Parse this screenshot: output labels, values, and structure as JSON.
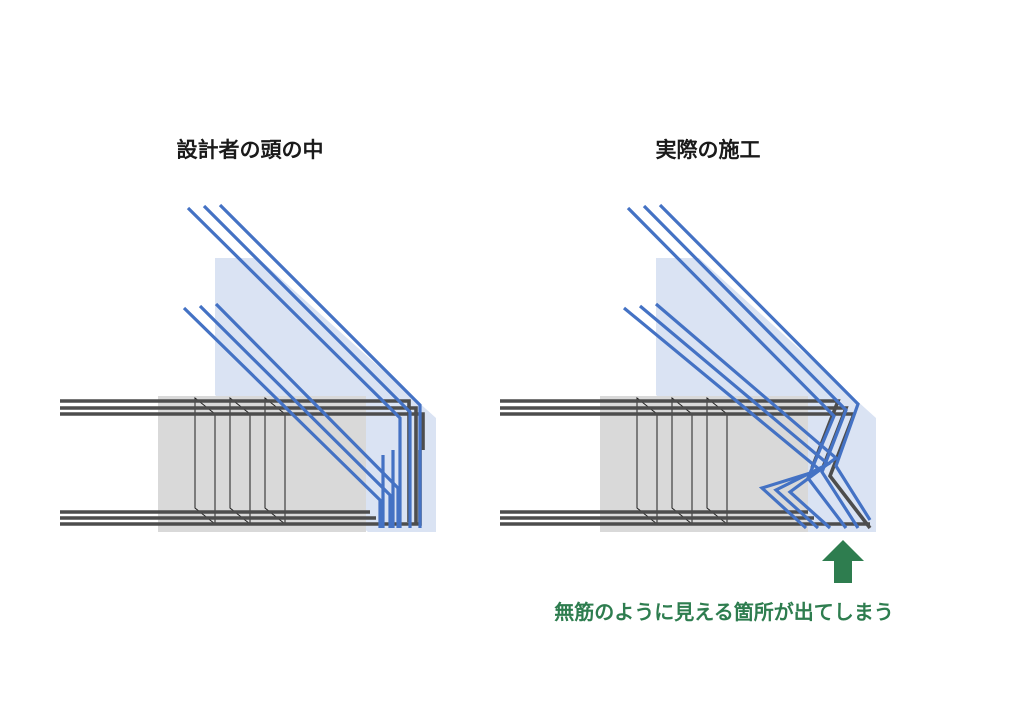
{
  "panels": {
    "left": {
      "title": "設計者の頭の中"
    },
    "right": {
      "title": "実際の施工"
    }
  },
  "callout": {
    "text": "無筋のように見える箇所が出てしまう",
    "icon": "up-arrow-icon"
  },
  "colors": {
    "blue_rebar": "#4472c4",
    "dark_rebar": "#4d4d4d",
    "concrete_beam": "#d9d9d9",
    "concrete_wall": "#dae3f3",
    "callout": "#2e7d4f"
  }
}
